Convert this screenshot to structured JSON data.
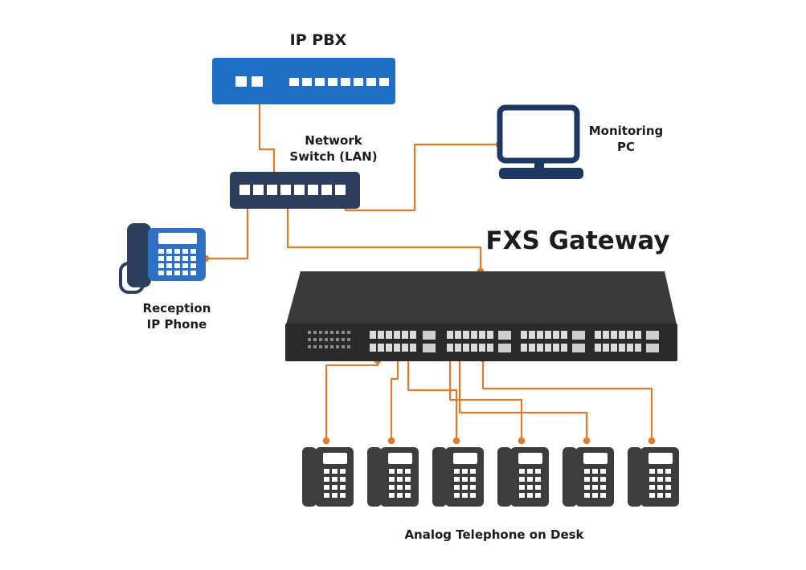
{
  "labels": {
    "pbx": "IP PBX",
    "switch_line1": "Network",
    "switch_line2": "Switch (LAN)",
    "pc_line1": "Monitoring",
    "pc_line2": "PC",
    "gateway": "FXS Gateway",
    "reception_line1": "Reception",
    "reception_line2": "IP Phone",
    "desk": "Analog Telephone on Desk"
  },
  "desk_phone_count": 6,
  "colors": {
    "pbx": "#1f6fc6",
    "switch": "#2b3f5c",
    "pc": "#1d3763",
    "ip_phone": "#2f6fc4",
    "gateway": "#2a2a2a",
    "cable": "#e07b2c",
    "desk_phone": "#3d3d3d"
  }
}
